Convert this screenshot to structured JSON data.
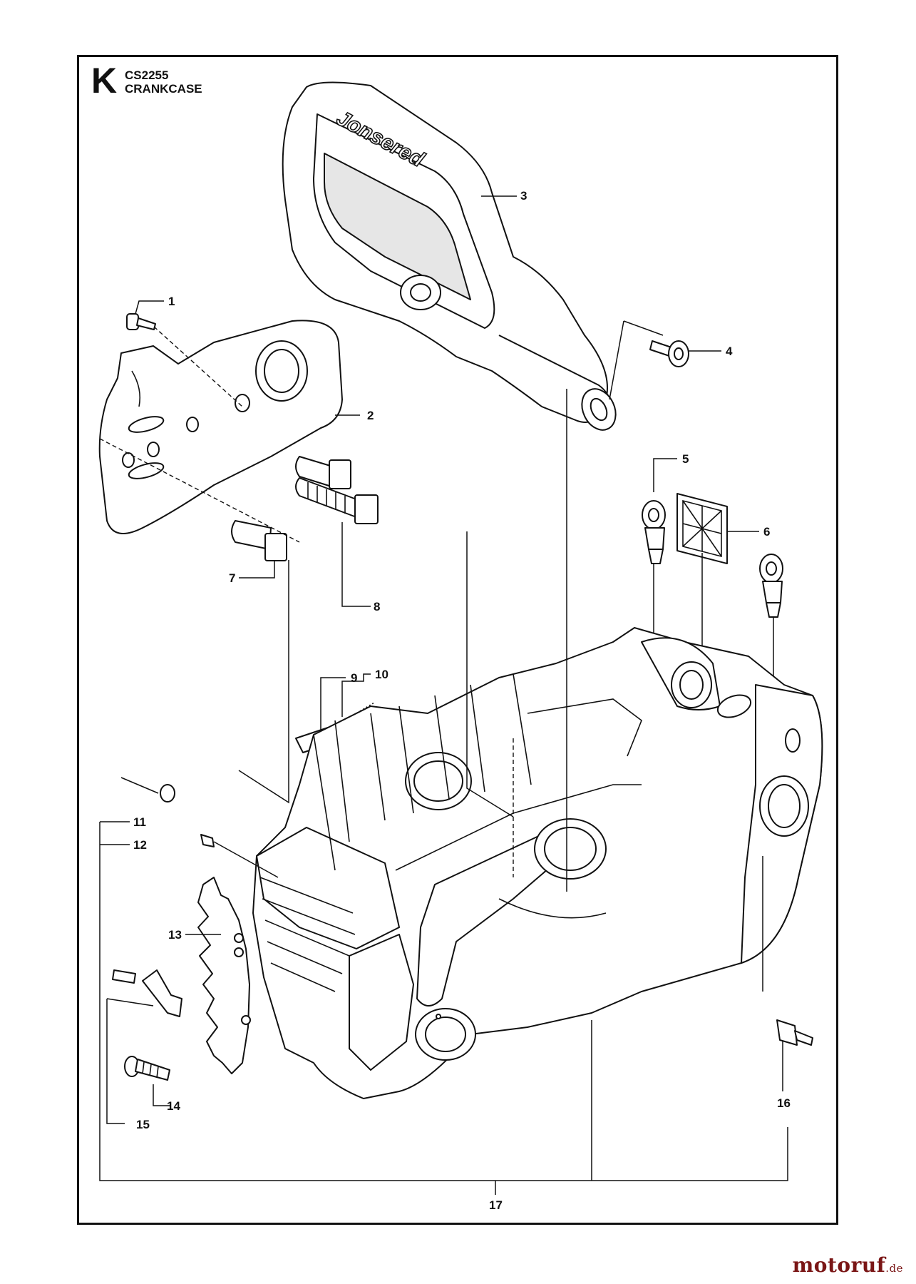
{
  "header": {
    "sheet_letter": "K",
    "model": "CS2255",
    "title": "CRANKCASE"
  },
  "callouts": [
    "1",
    "2",
    "3",
    "4",
    "5",
    "6",
    "7",
    "8",
    "9",
    "10",
    "11",
    "12",
    "13",
    "14",
    "15",
    "16",
    "17"
  ],
  "brand_on_handle": "Jonsered",
  "watermark": {
    "name": "motoruf",
    "tld": ".de"
  },
  "colors": {
    "line": "#111111",
    "watermark": "#7a1616"
  }
}
